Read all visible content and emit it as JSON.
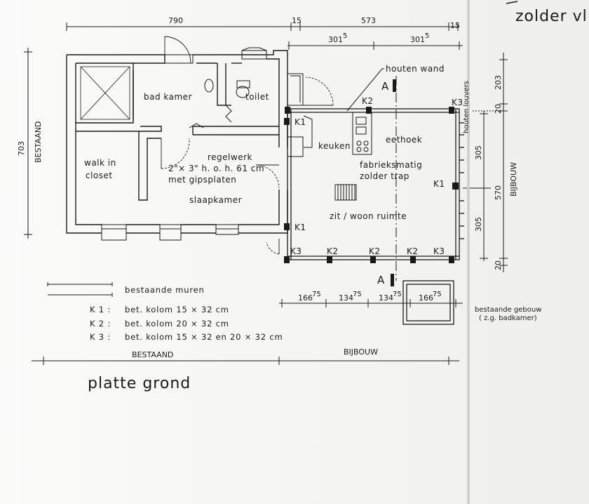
{
  "header": {
    "attic_title": "zolder vl"
  },
  "dimensions": {
    "top_790": "790",
    "top_15a": "15",
    "top_573": "573",
    "top_15b": "15",
    "top_301a": "301",
    "top_301a_sup": "5",
    "top_301b": "301",
    "top_301b_sup": "5",
    "left_703": "703",
    "left_bestaand": "BESTAAND",
    "right_203": "203",
    "right_20a": "20",
    "right_305a": "305",
    "right_570": "570",
    "right_305b": "305",
    "right_20b": "20",
    "right_bijbouw": "BIJBOUW",
    "bottom_166a": "166",
    "bottom_166a_sup": "75",
    "bottom_134a": "134",
    "bottom_134a_sup": "75",
    "bottom_134b": "134",
    "bottom_134b_sup": "75",
    "bottom_166b": "166",
    "bottom_166b_sup": "75",
    "base_bestaand": "BESTAAND",
    "base_bijbouw": "BIJBOUW"
  },
  "rooms": {
    "badkamer": "bad kamer",
    "toilet": "toilet",
    "walk_in_1": "walk in",
    "walk_in_2": "closet",
    "regelwerk_1": "regelwerk",
    "regelwerk_2": "2\"× 3\"  h. o. h.  61 cm",
    "regelwerk_3": "met gipsplaten",
    "slaapkamer": "slaapkamer",
    "keuken": "keuken",
    "eethoek": "eethoek",
    "trap_1": "fabrieksmatig",
    "trap_2": "zolder trap",
    "zit": "zit / woon ruimte",
    "houten_wand": "houten wand",
    "houten_louvers": "houten louvers",
    "bestaande_gebouw_1": "bestaande gebouw",
    "bestaande_gebouw_2": "( z.g.  badkamer)"
  },
  "columns": {
    "k1_a": "K1",
    "k1_b": "K1",
    "k1_c": "K1",
    "k2_top": "K2",
    "k3_tr": "K3",
    "k3_bl": "K3",
    "k2_b1": "K2",
    "k2_b2": "K2",
    "k2_b3": "K2",
    "k3_br": "K3"
  },
  "section": {
    "a_top": "A",
    "a_bottom": "A"
  },
  "legend": {
    "walls_label": "bestaande  muren",
    "k1_code": "K 1 :",
    "k1_text": "bet.  kolom     15 × 32 cm",
    "k2_code": "K 2 :",
    "k2_text": "bet.  kolom     20 × 32 cm",
    "k3_code": "K 3 :",
    "k3_text": "bet.  kolom     15 × 32  en  20 × 32 cm"
  },
  "title": "platte grond"
}
